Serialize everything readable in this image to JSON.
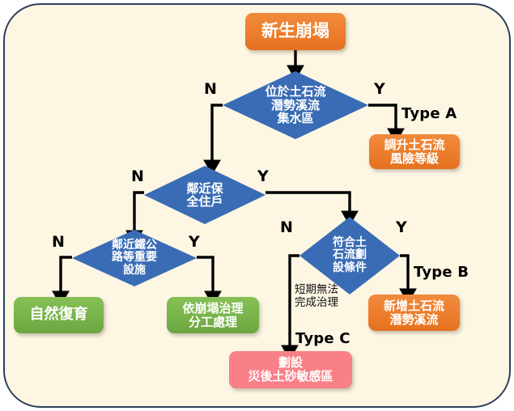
{
  "frame": {
    "background_color": "#fdf6e3",
    "border_color": "#2d3f5e"
  },
  "palette": {
    "orange": "#ec7d2c",
    "green": "#77b248",
    "blue": "#3a6cb5",
    "pink": "#f98087",
    "text_on_node": "#ffffff",
    "connector": "#000000"
  },
  "nodes": {
    "start": {
      "label": "新生崩塌",
      "shape": "rounded-rect",
      "color": "#ec7d2c"
    },
    "decision_debris_flow_catchment": {
      "label": "位於土石流\n潛勢溪流\n集水區",
      "shape": "diamond",
      "color": "#3a6cb5"
    },
    "decision_nearby_protected_households": {
      "label": "鄰近保\n全住戶",
      "shape": "diamond",
      "color": "#3a6cb5"
    },
    "decision_nearby_key_infrastructure": {
      "label": "鄰近鐵公\n路等重要\n設施",
      "shape": "diamond",
      "color": "#3a6cb5"
    },
    "decision_meets_designation_criteria": {
      "label": "符合土\n石流劃\n設條件",
      "shape": "diamond",
      "color": "#3a6cb5"
    },
    "outcome_raise_risk_level": {
      "label": "調升土石流\n風險等級",
      "shape": "rounded-rect",
      "color": "#ec7d2c"
    },
    "outcome_natural_recovery": {
      "label": "自然復育",
      "shape": "rounded-rect",
      "color": "#77b248"
    },
    "outcome_collapse_management": {
      "label": "依崩塌治理\n分工處理",
      "shape": "rounded-rect",
      "color": "#77b248"
    },
    "outcome_add_potential_stream": {
      "label": "新增土石流\n潛勢溪流",
      "shape": "rounded-rect",
      "color": "#ec7d2c"
    },
    "outcome_sensitive_zone": {
      "label": "劃設\n災後土砂敏感區",
      "shape": "rounded-rect",
      "color": "#f98087"
    }
  },
  "edge_labels": {
    "d1_no": "N",
    "d1_yes": "Y",
    "d2_no": "N",
    "d2_yes": "Y",
    "d3_no": "N",
    "d3_yes": "Y",
    "d4_no": "N",
    "d4_yes": "Y",
    "type_a": "Type A",
    "type_b": "Type B",
    "type_c": "Type C",
    "note_short_term": "短期無法\n完成治理"
  }
}
